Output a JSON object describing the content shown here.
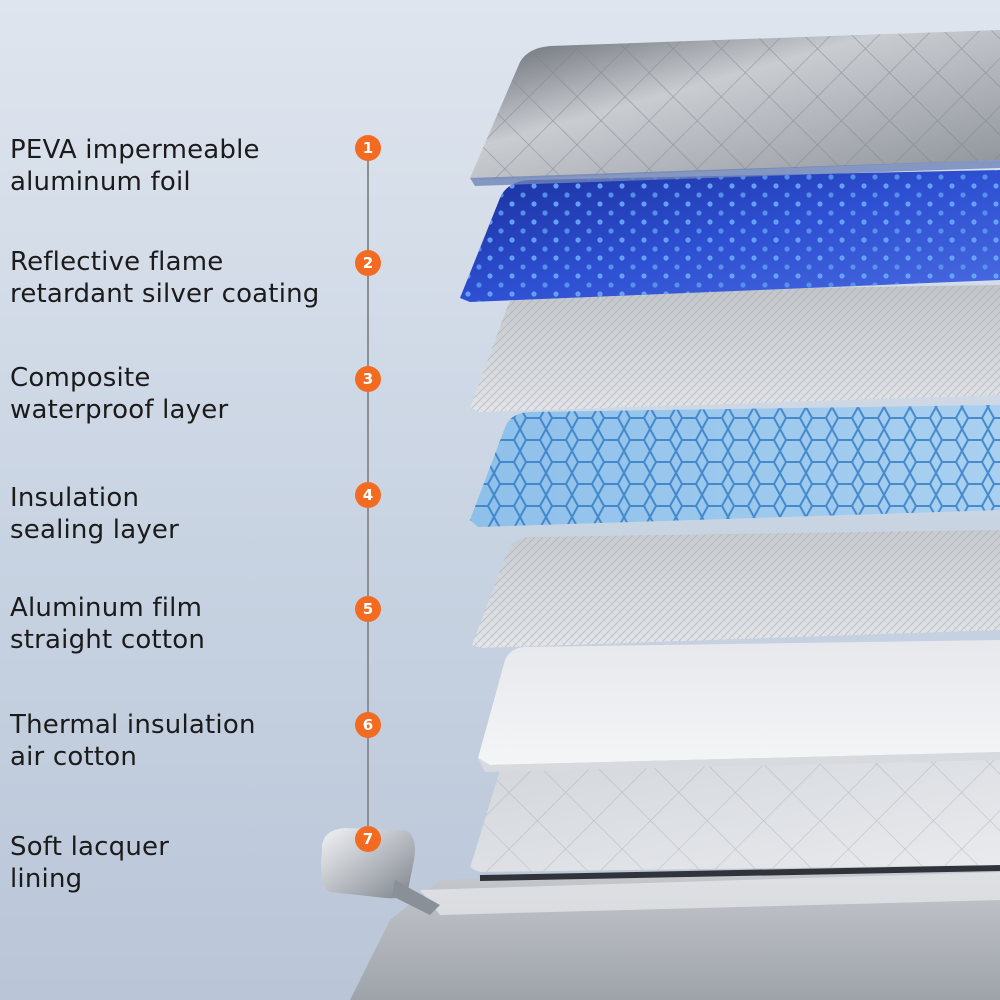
{
  "layers": [
    {
      "number": "1",
      "line1": "PEVA impermeable",
      "line2": "aluminum foil"
    },
    {
      "number": "2",
      "line1": "Reflective flame",
      "line2": "retardant silver coating"
    },
    {
      "number": "3",
      "line1": "Composite",
      "line2": "waterproof layer"
    },
    {
      "number": "4",
      "line1": "Insulation",
      "line2": "sealing layer"
    },
    {
      "number": "5",
      "line1": "Aluminum film",
      "line2": "straight cotton"
    },
    {
      "number": "6",
      "line1": "Thermal insulation",
      "line2": "air cotton"
    },
    {
      "number": "7",
      "line1": "Soft lacquer",
      "line2": "lining"
    }
  ],
  "colors": {
    "badge": "#f26b21",
    "text": "#1b1b1b"
  }
}
